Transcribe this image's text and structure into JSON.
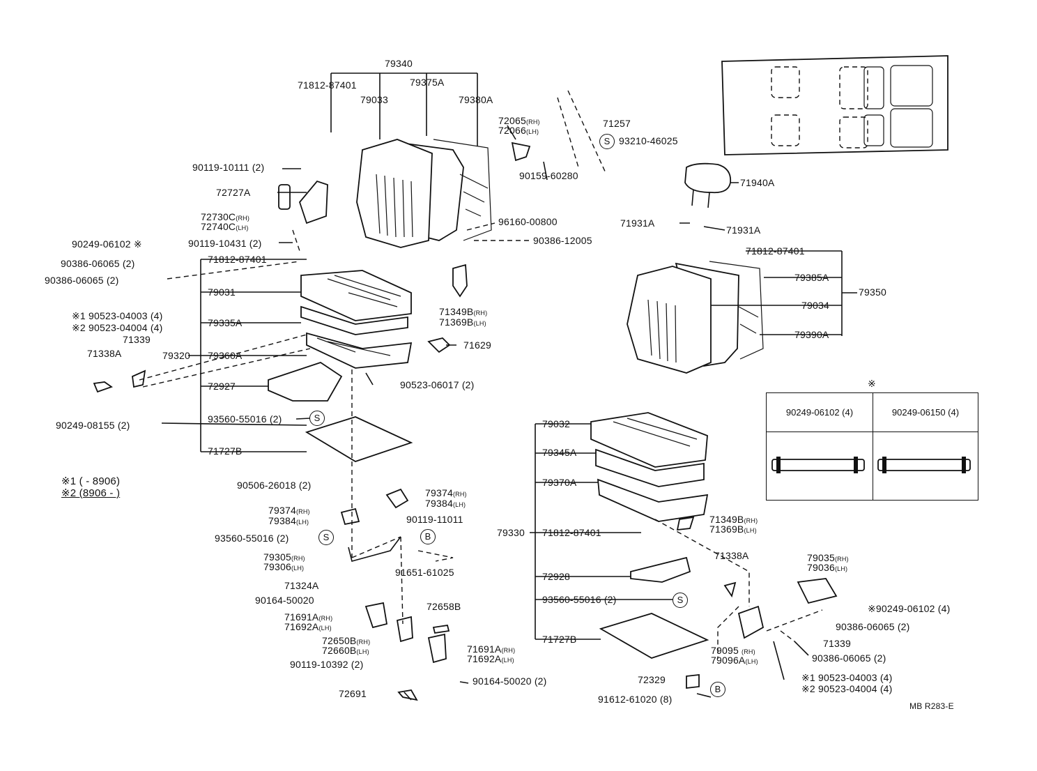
{
  "diagram": {
    "ref_code": "MB R283-E",
    "labels": {
      "l79340": "79340",
      "l71812_top": "71812-87401",
      "l79375A": "79375A",
      "l79033": "79033",
      "l79380A": "79380A",
      "l72065": "72065",
      "l72066": "72066",
      "l71257": "71257",
      "l93210": "93210-46025",
      "l90119_10111": "90119-10111 (2)",
      "l72727A": "72727A",
      "l72730C": "72730C",
      "l72740C": "72740C",
      "l90119_10431": "90119-10431 (2)",
      "l90159": "90159-60280",
      "l96160": "96160-00800",
      "l90386_12005": "90386-12005",
      "l71940A": "71940A",
      "l71931A_a": "71931A",
      "l71931A_b": "71931A",
      "l71812_right": "71812-87401",
      "l79385A": "79385A",
      "l79350": "79350",
      "l79034": "79034",
      "l79390A": "79390A",
      "l90249_06102_left": "90249-06102 ※",
      "l90386_06065_a": "90386-06065 (2)",
      "l90386_06065_b": "90386-06065 (2)",
      "l90523_04003_left": "※1 90523-04003 (4)",
      "l90523_04004_left": "※2 90523-04004 (4)",
      "l71339_left": "71339",
      "l71338A_left": "71338A",
      "l71812_mid": "71812-87401",
      "l79031": "79031",
      "l79335A": "79335A",
      "l79320": "79320",
      "l79360A": "79360A",
      "l71629": "71629",
      "l71349B_top": "71349B",
      "l71369B_top": "71369B",
      "l72927": "72927",
      "l90523_06017": "90523-06017 (2)",
      "l90249_08155": "90249-08155 (2)",
      "l93560_a": "93560-55016 (2)",
      "l71727B_left": "71727B",
      "l_note1": "※1 (     - 8906)",
      "l_note2": "※2 (8906 -     )",
      "l90506": "90506-26018 (2)",
      "l79374_a": "79374",
      "l79384_a": "79384",
      "l79374_b": "79374",
      "l79384_b": "79384",
      "l90119_11011": "90119-11011",
      "l93560_b": "93560-55016 (2)",
      "l79305": "79305",
      "l79306": "79306",
      "l91651": "91651-61025",
      "l71324A": "71324A",
      "l90164_a": "90164-50020",
      "l71691A_a": "71691A",
      "l71692A_a": "71692A",
      "l72658B": "72658B",
      "l72650B": "72650B",
      "l72660B": "72660B",
      "l71691A_b": "71691A",
      "l71692A_b": "71692A",
      "l90119_10392": "90119-10392 (2)",
      "l90164_b": "90164-50020 (2)",
      "l72691": "72691",
      "l79032": "79032",
      "l79345A": "79345A",
      "l79370A": "79370A",
      "l79330": "79330",
      "l71812_low": "71812-87401",
      "l71349B_bot": "71349B",
      "l71369B_bot": "71369B",
      "l71338A_right": "71338A",
      "l72928": "72928",
      "l93560_c": "93560-55016 (2)",
      "l71727B_right": "71727B",
      "l79035": "79035",
      "l79036": "79036",
      "l90249_06102_right": "※90249-06102 (4)",
      "l90386_06065_c": "90386-06065 (2)",
      "l71339_right": "71339",
      "l79095": "79095",
      "l79096A": "79096A",
      "l90386_06065_d": "90386-06065 (2)",
      "l90523_04003_right": "※1 90523-04003 (4)",
      "l90523_04004_right": "※2 90523-04004 (4)",
      "l72329": "72329",
      "l91612": "91612-61020 (8)",
      "rh": "(RH)",
      "lh": "(LH)",
      "rh_plain": "(RH)"
    },
    "callouts": {
      "S": "S",
      "B": "B"
    },
    "table": {
      "mark": "※",
      "col1_header": "90249-06102 (4)",
      "col2_header": "90249-06150 (4)"
    }
  }
}
